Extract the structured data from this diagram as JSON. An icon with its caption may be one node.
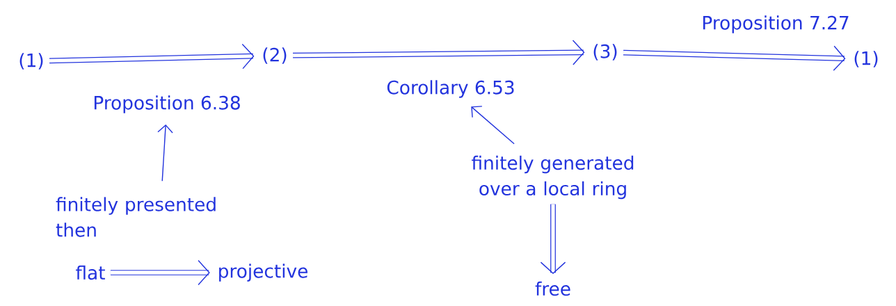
{
  "diagram": {
    "nodes": [
      {
        "text": [
          "(1)"
        ]
      },
      {
        "text": [
          "(2)"
        ]
      },
      {
        "text": [
          "(3)"
        ]
      },
      {
        "text": [
          "(1)"
        ]
      },
      {
        "text": [
          "Proposition 6.38"
        ]
      },
      {
        "text": [
          "Corollary 6.53"
        ]
      },
      {
        "text": [
          "finitely presented then"
        ]
      },
      {
        "text": [
          "flat"
        ]
      },
      {
        "text": [
          "projective"
        ]
      },
      {
        "text": [
          "finitely generated over a local ring"
        ]
      },
      {
        "text": [
          "free"
        ]
      }
    ],
    "edges": [
      {
        "from": 0,
        "to": 1,
        "arrow": "to"
      },
      {
        "from": 1,
        "to": 2,
        "arrow": "to"
      },
      {
        "from": 2,
        "to": 3,
        "arrow": "to",
        "label": "Proposition 7.27"
      },
      {
        "from": 6,
        "to": 4,
        "arrow": "to"
      },
      {
        "from": 9,
        "to": 5,
        "arrow": "to"
      },
      {
        "from": 7,
        "to": 8,
        "arrow": "to"
      },
      {
        "from": 9,
        "to": 10,
        "arrow": "to"
      }
    ]
  }
}
